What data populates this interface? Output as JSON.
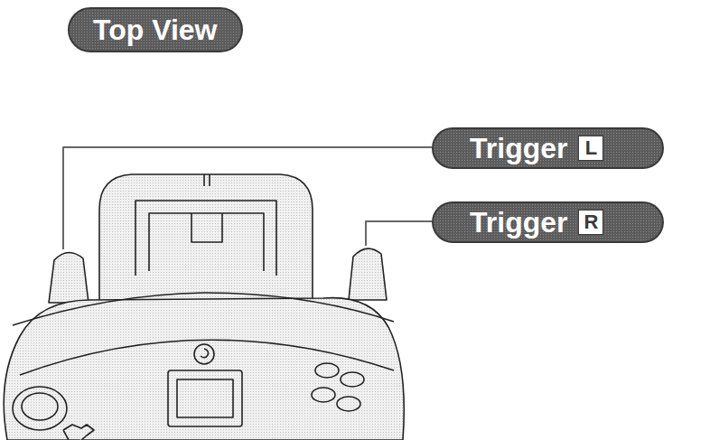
{
  "diagram": {
    "title": "Top View",
    "nodes": [
      {
        "text": [
          "Trigger",
          "L"
        ]
      },
      {
        "text": [
          "Trigger",
          "R"
        ]
      }
    ]
  }
}
